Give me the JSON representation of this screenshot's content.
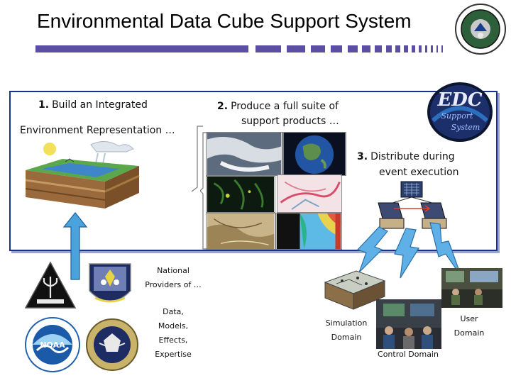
{
  "header": {
    "title": "Environmental Data Cube Support System"
  },
  "edc_logo": {
    "line1": "EDC",
    "line2": "Support",
    "line3": "System"
  },
  "steps": [
    {
      "number": "1.",
      "line1": "Build an Integrated",
      "line2": "Environment Representation …"
    },
    {
      "number": "2.",
      "line1": "Produce a full suite of",
      "line2": "support products …"
    },
    {
      "number": "3.",
      "line1": "Distribute during",
      "line2": "event execution"
    }
  ],
  "providers": {
    "label_line1": "National",
    "label_line2": "Providers of …",
    "items": [
      "Data,",
      "Models,",
      "Effects,",
      "Expertise"
    ],
    "seal_text": "NOAA"
  },
  "domains": {
    "simulation_line1": "Simulation",
    "simulation_line2": "Domain",
    "control": "Control Domain",
    "user_line1": "User",
    "user_line2": "Domain"
  },
  "colors": {
    "title_bar": "#5a4fa3",
    "box_border": "#1b2f8f",
    "arrow_blue": "#4aa3dd",
    "lightning_blue": "#5fb0e6",
    "label_text": "#111111"
  }
}
